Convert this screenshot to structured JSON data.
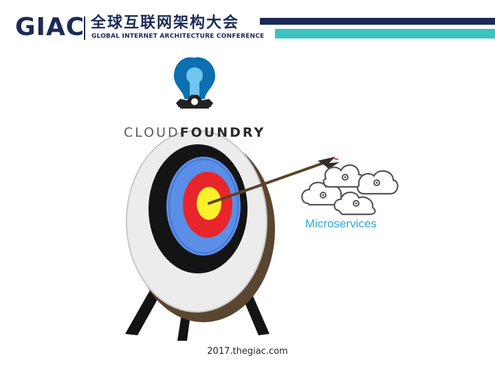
{
  "header": {
    "logo_text": "GIAC",
    "title_cn": "全球互联网架构大会",
    "title_en": "GLOBAL INTERNET ARCHITECTURE CONFERENCE"
  },
  "illustration": {
    "brand_light": "CLOUD",
    "brand_bold": "FOUNDRY",
    "microservices_label": "Microservices"
  },
  "footer": {
    "url": "2017.thegiac.com"
  },
  "colors": {
    "navy": "#1b2a55",
    "teal": "#3cc3c1",
    "target_blue": "#5b8ee6",
    "target_red": "#e8252a",
    "target_yellow": "#fdf12a",
    "microservices_blue": "#2fa7d9"
  }
}
